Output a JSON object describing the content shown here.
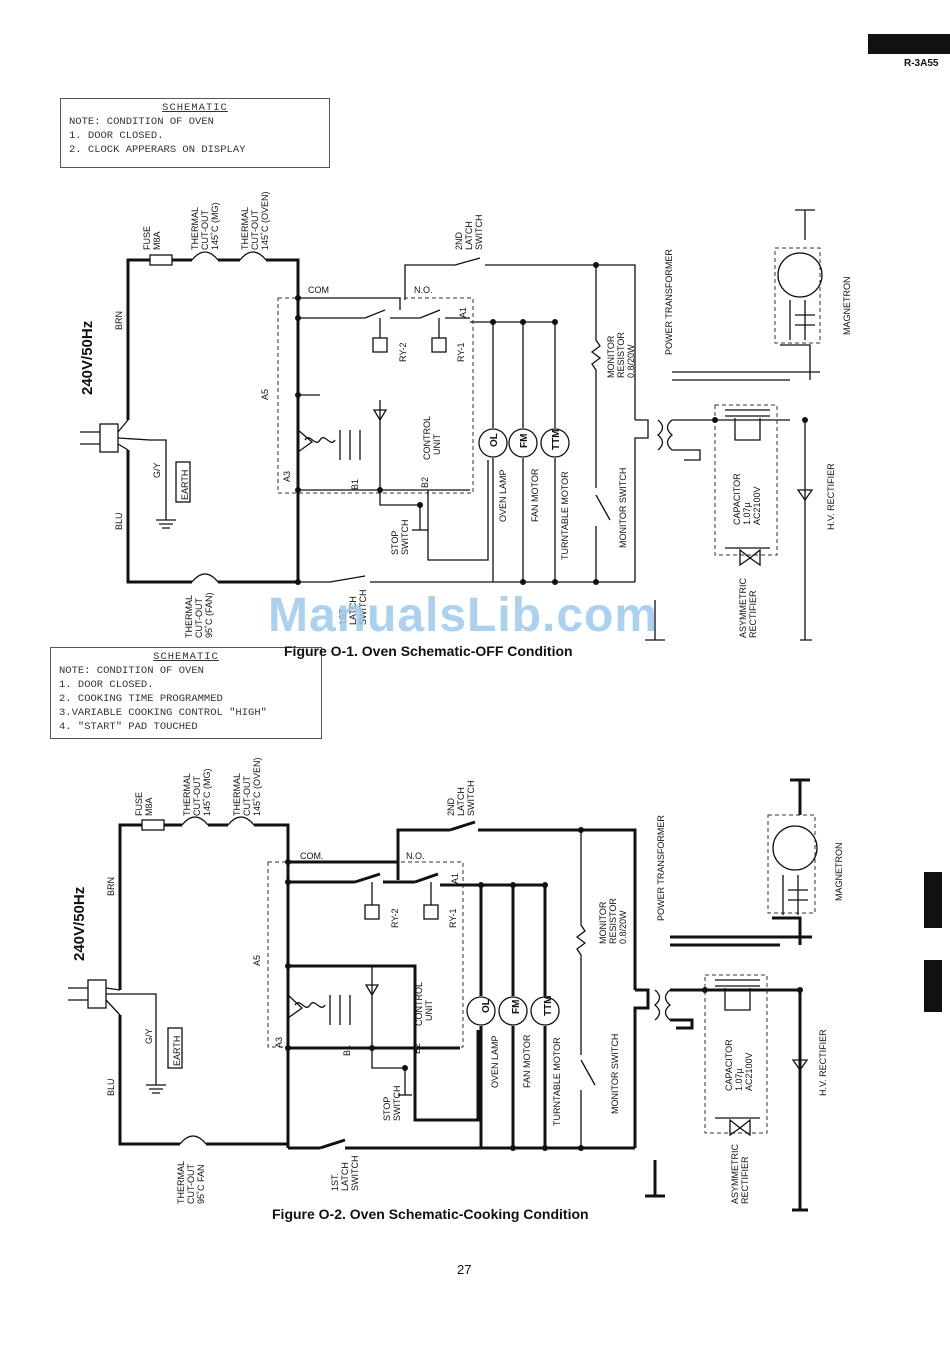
{
  "header": {
    "model": "R-3A55"
  },
  "page_number": "27",
  "watermark": "ManualsLib.com",
  "figure1": {
    "caption": "Figure O-1. Oven Schematic-OFF Condition",
    "note": {
      "title": "SCHEMATIC",
      "lines": [
        "NOTE: CONDITION OF OVEN",
        "1. DOOR CLOSED.",
        "2. CLOCK APPERARS ON DISPLAY"
      ]
    },
    "labels": {
      "supply": "240V/50Hz",
      "brn": "BRN",
      "blu": "BLU",
      "gy": "G/Y",
      "earth": "EARTH",
      "fuse1": "FUSE",
      "fuse2": "M8A",
      "tco_mg1": "THERMAL",
      "tco_mg2": "CUT-OUT",
      "tco_mg3": "145˚C (MG)",
      "tco_ov1": "THERMAL",
      "tco_ov2": "CUT-OUT",
      "tco_ov3": "145˚C (OVEN)",
      "latch2_1": "2ND",
      "latch2_2": "LATCH",
      "latch2_3": "SWITCH",
      "com": "COM",
      "no": "N.O.",
      "a1": "A1",
      "a3": "A3",
      "a5": "A5",
      "b1": "B1",
      "b2": "B2",
      "ry2": "RY-2",
      "ry1": "RY-1",
      "cu1": "CONTROL",
      "cu2": "UNIT",
      "stop1": "STOP",
      "stop2": "SWITCH",
      "ol": "OL",
      "fm": "FM",
      "ttm": "TTM",
      "oven_lamp": "OVEN LAMP",
      "fan_motor": "FAN MOTOR",
      "tt_motor": "TURNTABLE MOTOR",
      "monr1": "MONITOR",
      "monr2": "RESISTOR",
      "monr3": "0.8/20W",
      "mons": "MONITOR SWITCH",
      "pt": "POWER TRANSFORMER",
      "mag": "MAGNETRON",
      "cap1": "CAPACITOR",
      "cap2": "1.07µ",
      "cap3": "AC2100V",
      "hv": "H.V. RECTIFIER",
      "asym1": "ASYMMETRIC",
      "asym2": "RECTIFIER",
      "tco_fan1": "THERMAL",
      "tco_fan2": "CUT-OUT",
      "tco_fan3": "95˚C (FAN)",
      "latch1_1": "1ST",
      "latch1_2": "LATCH",
      "latch1_3": "SWITCH"
    }
  },
  "figure2": {
    "caption": "Figure O-2. Oven Schematic-Cooking Condition",
    "note": {
      "title": "SCHEMATIC",
      "lines": [
        "NOTE: CONDITION OF OVEN",
        "1. DOOR CLOSED.",
        "2. COOKING TIME PROGRAMMED",
        "3.VARIABLE COOKING CONTROL \"HIGH\"",
        "4. \"START\" PAD TOUCHED"
      ]
    },
    "labels": {
      "supply": "240V/50Hz",
      "brn": "BRN",
      "blu": "BLU",
      "gy": "G/Y",
      "earth": "EARTH",
      "fuse1": "FUSE",
      "fuse2": "M8A",
      "tco_mg1": "THERMAL",
      "tco_mg2": "CUT-OUT",
      "tco_mg3": "145˚C (MG)",
      "tco_ov1": "THERMAL",
      "tco_ov2": "CUT-OUT",
      "tco_ov3": "145˚C (OVEN)",
      "latch2_1": "2ND",
      "latch2_2": "LATCH",
      "latch2_3": "SWITCH",
      "com": "COM.",
      "no": "N.O.",
      "a1": "A1",
      "a3": "A3",
      "a5": "A5",
      "b1": "B1",
      "b2": "B2",
      "ry2": "RY-2",
      "ry1": "RY-1",
      "cu1": "CONTROL",
      "cu2": "UNIT",
      "stop1": "STOP",
      "stop2": "SWITCH",
      "ol": "OL",
      "fm": "FM",
      "ttm": "TTM",
      "oven_lamp": "OVEN LAMP",
      "fan_motor": "FAN MOTOR",
      "tt_motor": "TURNTABLE MOTOR",
      "monr1": "MONITOR",
      "monr2": "RESISTOR",
      "monr3": "0.8/20W",
      "mons": "MONITOR SWITCH",
      "pt": "POWER TRANSFORMER",
      "mag": "MAGNETRON",
      "cap1": "CAPACITOR",
      "cap2": "1.07µ",
      "cap3": "AC2100V",
      "hv": "H.V. RECTIFIER",
      "asym1": "ASYMMETRIC",
      "asym2": "RECTIFIER",
      "tco_fan1": "THERMAL",
      "tco_fan2": "CUT-OUT",
      "tco_fan3": "95˚C FAN",
      "latch1_1": "1ST.",
      "latch1_2": "LATCH",
      "latch1_3": "SWITCH"
    }
  }
}
